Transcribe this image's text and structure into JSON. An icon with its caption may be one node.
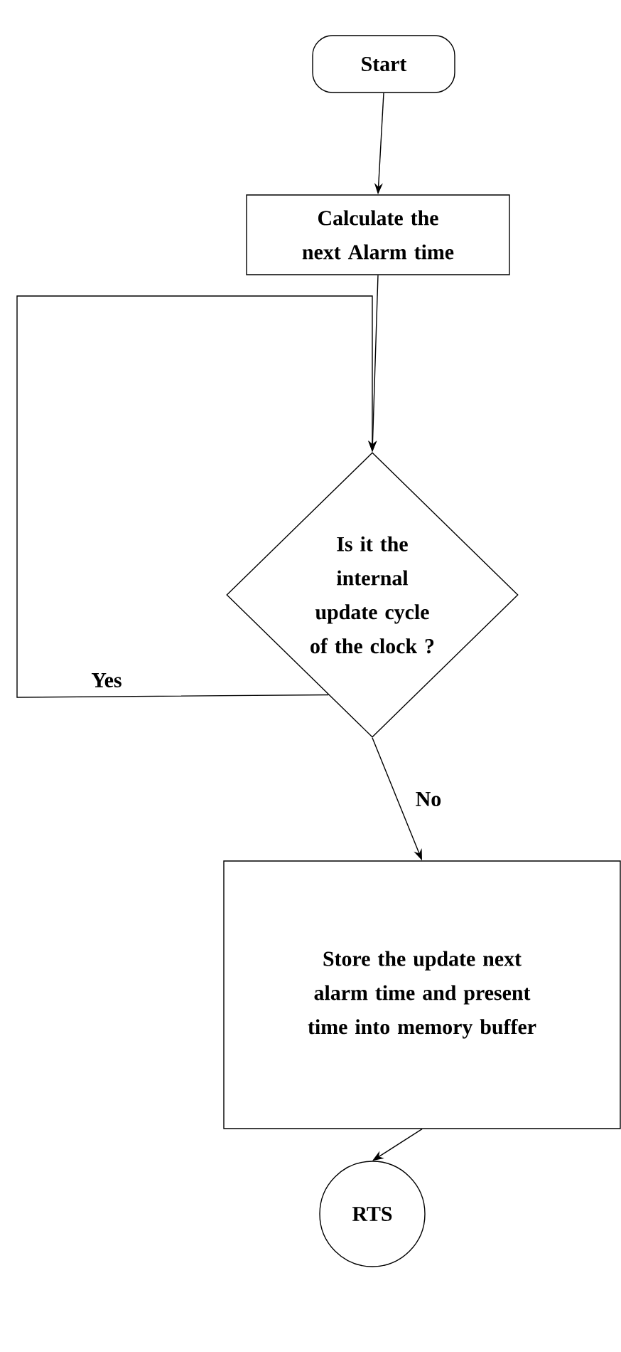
{
  "diagram": {
    "nodes": [
      {
        "text": [
          "Start"
        ]
      },
      {
        "text": [
          "Calculate the next Alarm time"
        ]
      },
      {
        "text": [
          "Is it the internal update cycle of the clock ?"
        ]
      },
      {
        "text": [
          "Store the update next alarm time and present time into memory buffer"
        ]
      },
      {
        "text": [
          "RTS"
        ]
      }
    ],
    "edges": [
      {
        "from": 0,
        "to": 1,
        "arrow": "to"
      },
      {
        "from": 1,
        "to": 2,
        "arrow": "to"
      },
      {
        "from": 2,
        "to": 2,
        "arrow": "to",
        "label": "Yes"
      },
      {
        "from": 2,
        "to": 3,
        "arrow": "to",
        "label": "No"
      },
      {
        "from": 3,
        "to": 4,
        "arrow": "to"
      }
    ]
  }
}
